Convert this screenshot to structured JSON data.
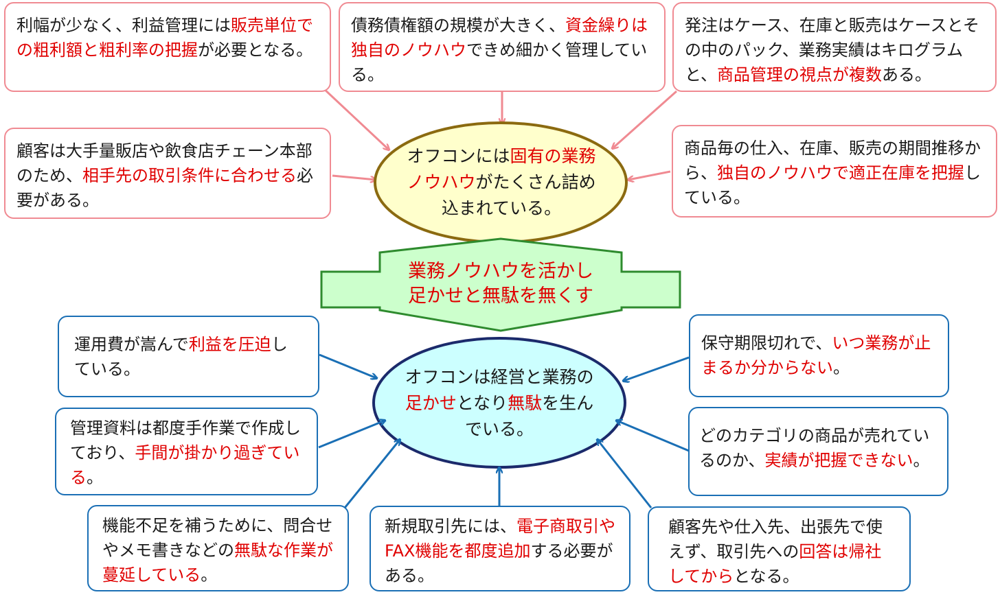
{
  "top_center": {
    "parts": [
      {
        "t": "オフコンには"
      },
      {
        "t": "固有の",
        "hl": true
      },
      {
        "t": "業務ノウハウ",
        "hl": true
      },
      {
        "t": "がたくさん詰め込まれている。"
      }
    ]
  },
  "top_boxes": [
    {
      "id": "tl",
      "parts": [
        {
          "t": "利幅が少なく、利益管理には"
        },
        {
          "t": "販売単位での粗利額と粗利率の把握",
          "hl": true
        },
        {
          "t": "が必要となる。"
        }
      ]
    },
    {
      "id": "tc",
      "parts": [
        {
          "t": "債務債権額の規模が大きく、"
        },
        {
          "t": "資金繰りは独自のノウハウ",
          "hl": true
        },
        {
          "t": "できめ細かく管理している。"
        }
      ]
    },
    {
      "id": "tr",
      "parts": [
        {
          "t": "発注はケース、在庫と販売はケースとその中のパック、業務実績はキログラムと、"
        },
        {
          "t": "商品管理の視点が複数",
          "hl": true
        },
        {
          "t": "ある。"
        }
      ]
    },
    {
      "id": "ml",
      "parts": [
        {
          "t": "顧客は大手量販店や飲食店チェーン本部のため、"
        },
        {
          "t": "相手先の取引条件に合わせる",
          "hl": true
        },
        {
          "t": "必要がある。"
        }
      ]
    },
    {
      "id": "mr",
      "parts": [
        {
          "t": "商品毎の仕入、在庫、販売の期間推移から、"
        },
        {
          "t": "独自のノウハウで適正在庫を把握",
          "hl": true
        },
        {
          "t": "している。"
        }
      ]
    }
  ],
  "banner": {
    "line1": "業務ノウハウを活かし",
    "line2": "足かせと無駄を無くす"
  },
  "bottom_center": {
    "parts": [
      {
        "t": "オフコンは経営と業務の"
      },
      {
        "t": "足かせ",
        "hl": true
      },
      {
        "t": "となり"
      },
      {
        "t": "無駄",
        "hl": true
      },
      {
        "t": "を生んでいる。"
      }
    ]
  },
  "bottom_boxes": [
    {
      "id": "bl1",
      "parts": [
        {
          "t": "運用費が嵩んで"
        },
        {
          "t": "利益を圧迫",
          "hl": true
        },
        {
          "t": "している。"
        }
      ]
    },
    {
      "id": "bl2",
      "parts": [
        {
          "t": "管理資料は都度手作業で作成しており、"
        },
        {
          "t": "手間が掛かり過ぎている",
          "hl": true
        },
        {
          "t": "。"
        }
      ]
    },
    {
      "id": "bl3",
      "parts": [
        {
          "t": "機能不足を補うために、問合せやメモ書きなどの"
        },
        {
          "t": "無駄な作業が蔓延している",
          "hl": true
        },
        {
          "t": "。"
        }
      ]
    },
    {
      "id": "bc",
      "parts": [
        {
          "t": "新規取引先には、"
        },
        {
          "t": "電子商取引やFAX機能を都度追加",
          "hl": true
        },
        {
          "t": "する必要がある。"
        }
      ]
    },
    {
      "id": "br3",
      "parts": [
        {
          "t": "顧客先や仕入先、出張先で使えず、取引先への"
        },
        {
          "t": "回答は帰社してから",
          "hl": true
        },
        {
          "t": "となる。"
        }
      ]
    },
    {
      "id": "br1",
      "parts": [
        {
          "t": "保守期限切れで、"
        },
        {
          "t": "いつ業務が止まるか分からない",
          "hl": true
        },
        {
          "t": "。"
        }
      ]
    },
    {
      "id": "br2",
      "parts": [
        {
          "t": "どのカテゴリの商品が売れているのか、"
        },
        {
          "t": "実績が把握できない",
          "hl": true
        },
        {
          "t": "。"
        }
      ]
    }
  ],
  "colors": {
    "highlight": "#e00000",
    "pink_border": "#f08a92",
    "blue_border": "#1a6fb5",
    "top_ellipse_fill": "#ffffcc",
    "top_ellipse_border": "#8b6a10",
    "bottom_ellipse_fill": "#ccffff",
    "bottom_ellipse_border": "#1b2a6b",
    "banner_fill": "#ccffcc",
    "banner_border": "#2e8b2e"
  }
}
